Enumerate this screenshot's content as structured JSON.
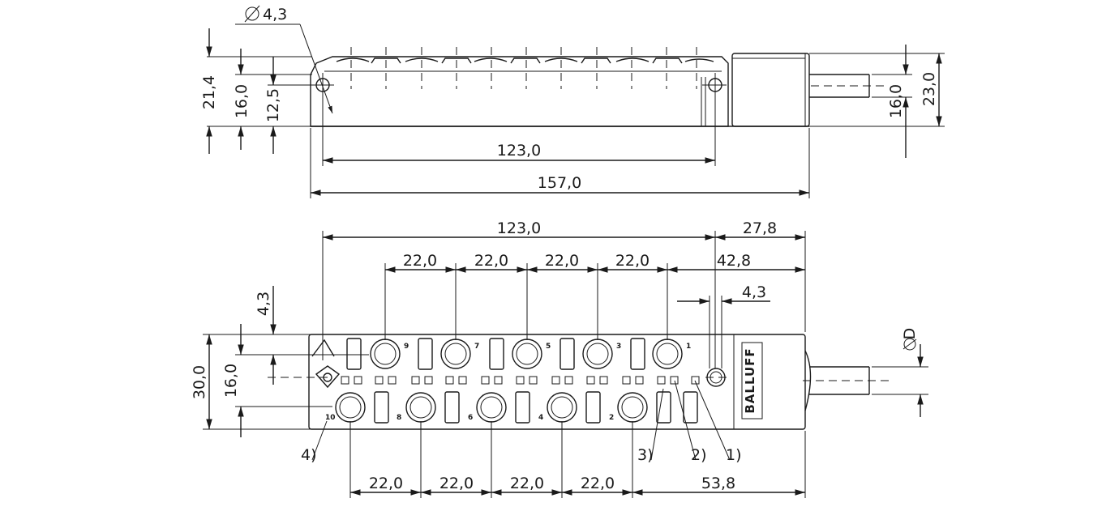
{
  "side_view": {
    "hole_diameter": "4,3",
    "dim_21_4": "21,4",
    "dim_16_0": "16,0",
    "dim_12_5": "12,5",
    "dim_123": "123,0",
    "dim_157": "157,0",
    "dim_cable_16": "16,0",
    "dim_23": "23,0"
  },
  "front_view": {
    "dim_123": "123,0",
    "dim_27_8": "27,8",
    "dim_42_8": "42,8",
    "dim_4_3_hole": "4,3",
    "dim_4_3_vertical": "4,3",
    "dim_30": "30,0",
    "dim_16": "16,0",
    "cable_diameter": "D",
    "top_pitch": [
      "22,0",
      "22,0",
      "22,0",
      "22,0"
    ],
    "bottom_pitch": [
      "22,0",
      "22,0",
      "22,0",
      "22,0"
    ],
    "dim_53_8": "53,8",
    "brand": "BALLUFF",
    "top_ports": [
      "9",
      "7",
      "5",
      "3",
      "1"
    ],
    "bottom_ports": [
      "10",
      "8",
      "6",
      "4",
      "2"
    ],
    "callouts": [
      "1)",
      "2)",
      "3)",
      "4)"
    ]
  }
}
